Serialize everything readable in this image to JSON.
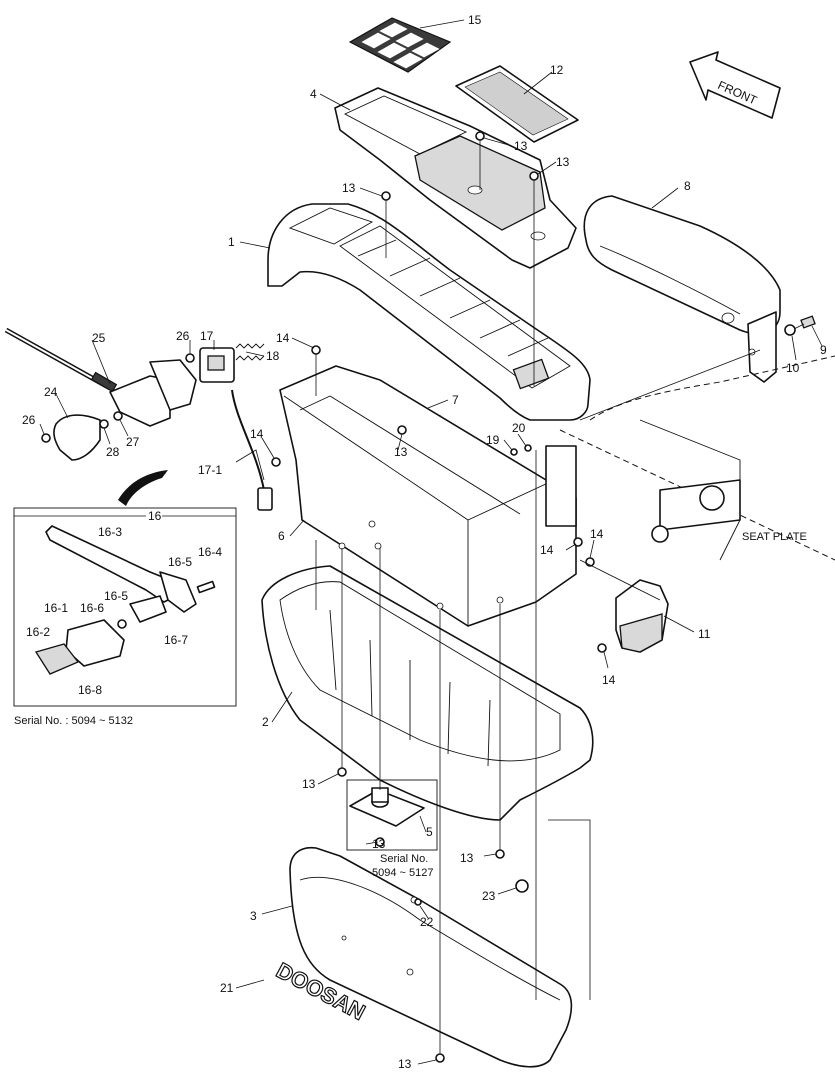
{
  "labels": {
    "l15": "15",
    "l12": "12",
    "l4": "4",
    "l13a": "13",
    "l13b": "13",
    "l13c": "13",
    "l8": "8",
    "l1": "1",
    "l9": "9",
    "l10": "10",
    "l25": "25",
    "l26a": "26",
    "l17": "17",
    "l18": "18",
    "l14a": "14",
    "l7": "7",
    "l24": "24",
    "l26b": "26",
    "l28": "28",
    "l27": "27",
    "l14b": "14",
    "l13d": "13",
    "l20": "20",
    "l19": "19",
    "l17_1": "17-1",
    "l6": "6",
    "l16": "16",
    "l16_3": "16-3",
    "l16_4": "16-4",
    "l16_5a": "16-5",
    "l16_5b": "16-5",
    "l16_1": "16-1",
    "l16_6": "16-6",
    "l16_7": "16-7",
    "l16_2": "16-2",
    "l16_8": "16-8",
    "l14c": "14",
    "l14d": "14",
    "l11": "11",
    "l14e": "14",
    "l2": "2",
    "l13e": "13",
    "l5": "5",
    "l13f": "13",
    "l13g": "13",
    "l23": "23",
    "l3": "3",
    "l22": "22",
    "l21": "21",
    "l13h": "13"
  },
  "notes": {
    "front": "FRONT",
    "seat_plate": "SEAT PLATE",
    "serial_inset": "Serial No. : 5094 ~ 5132",
    "serial_no": "Serial No.",
    "serial_range": "5094 ~ 5127",
    "brand_logo": "DOOSAN"
  }
}
